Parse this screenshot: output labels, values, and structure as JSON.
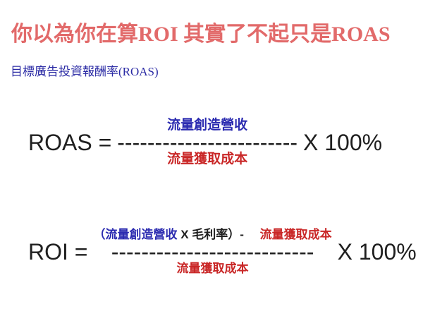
{
  "page": {
    "background": "#ffffff"
  },
  "title": {
    "text": "你以為你在算ROI 其實了不起只是ROAS"
  },
  "subtitle": {
    "text": "目標廣告投資報酬率(ROAS)"
  },
  "roas_formula": {
    "lhs": "ROAS =",
    "numerator": "流量創造營收",
    "dashes": "------------------------",
    "denominator": "流量獲取成本",
    "rhs": "X 100%"
  },
  "roi_formula": {
    "lhs": "ROI =",
    "numerator_revenue": "（流量創造營收",
    "numerator_margin": " X 毛利率）- ",
    "numerator_cost": "流量獲取成本",
    "dashes": "---------------------------",
    "denominator": "流量獲取成本",
    "rhs": "X 100%"
  },
  "colors": {
    "title_red": "#e26a6a",
    "link_blue": "#2a2aa4",
    "formula_blue": "#2b2bb0",
    "formula_red": "#c92727",
    "formula_black": "#1f1f1f"
  }
}
